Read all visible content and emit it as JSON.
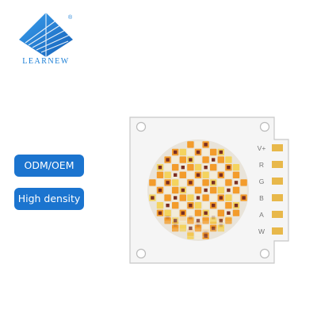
{
  "brand": {
    "name": "LEARNEW",
    "registered_mark": "®",
    "color": "#1a7ed6"
  },
  "badges": [
    {
      "label": "ODM/OEM"
    },
    {
      "label": "High density"
    }
  ],
  "pins": [
    "V+",
    "R",
    "G",
    "B",
    "A",
    "W"
  ],
  "colors": {
    "badge_bg": "#1b74cf",
    "board": "#f5f5f5",
    "pad_gold": "#e8b84a",
    "led_amber": "#f39c2b",
    "led_yellow": "#f4d35e",
    "led_white": "#f3ecd9",
    "led_red_brown": "#7a2e22"
  }
}
